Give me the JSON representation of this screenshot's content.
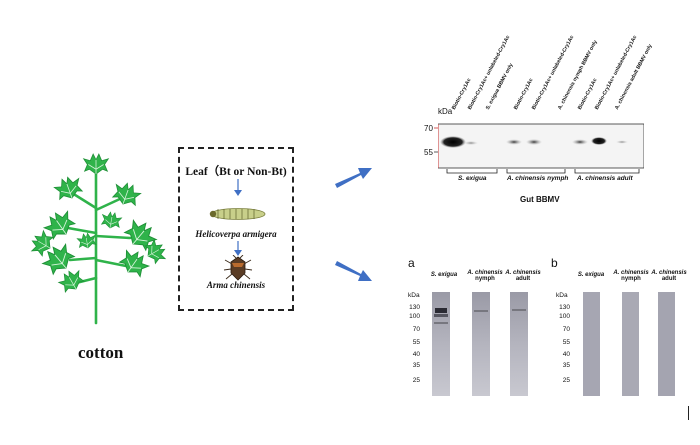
{
  "plant": {
    "label": "cotton"
  },
  "flow": {
    "title": "Leaf（Bt or Non-Bt)",
    "host": "Helicoverpa armigera",
    "predator": "Arma chinensis"
  },
  "western_blot": {
    "kda_label": "kDa",
    "markers": [
      "70",
      "55"
    ],
    "lanes": [
      "Biotin-Cry1Ac",
      "Biotin-Cry1Ac+ unlabeled-Cry1Ac",
      "S. exigua BBMV only",
      "Biotin-Cry1Ac",
      "Biotin-Cry1Ac+ unlabeled-Cry1Ac",
      "A. chinensis nymph BBMV only",
      "Biotin-Cry1Ac",
      "Biotin-Cry1Ac+ unlabeled-Cry1Ac",
      "A. chinensis adult BBMV only"
    ],
    "groups": [
      "S. exigua",
      "A. chinensis nymph",
      "A. chinensis adult"
    ],
    "title": "Gut BBMV"
  },
  "panel_a": {
    "letter": "a",
    "kda_label": "kDa",
    "markers": [
      "130",
      "100",
      "70",
      "55",
      "40",
      "35",
      "25"
    ],
    "columns": [
      {
        "name": "S. exigua",
        "stage": ""
      },
      {
        "name": "A. chinensis",
        "stage": "nymph"
      },
      {
        "name": "A. chinensis",
        "stage": "adult"
      }
    ]
  },
  "panel_b": {
    "letter": "b",
    "kda_label": "kDa",
    "markers": [
      "130",
      "100",
      "70",
      "55",
      "40",
      "35",
      "25"
    ],
    "columns": [
      {
        "name": "S. exigua",
        "stage": ""
      },
      {
        "name": "A. chinensis",
        "stage": "nymph"
      },
      {
        "name": "A. chinensis",
        "stage": "adult"
      }
    ]
  }
}
